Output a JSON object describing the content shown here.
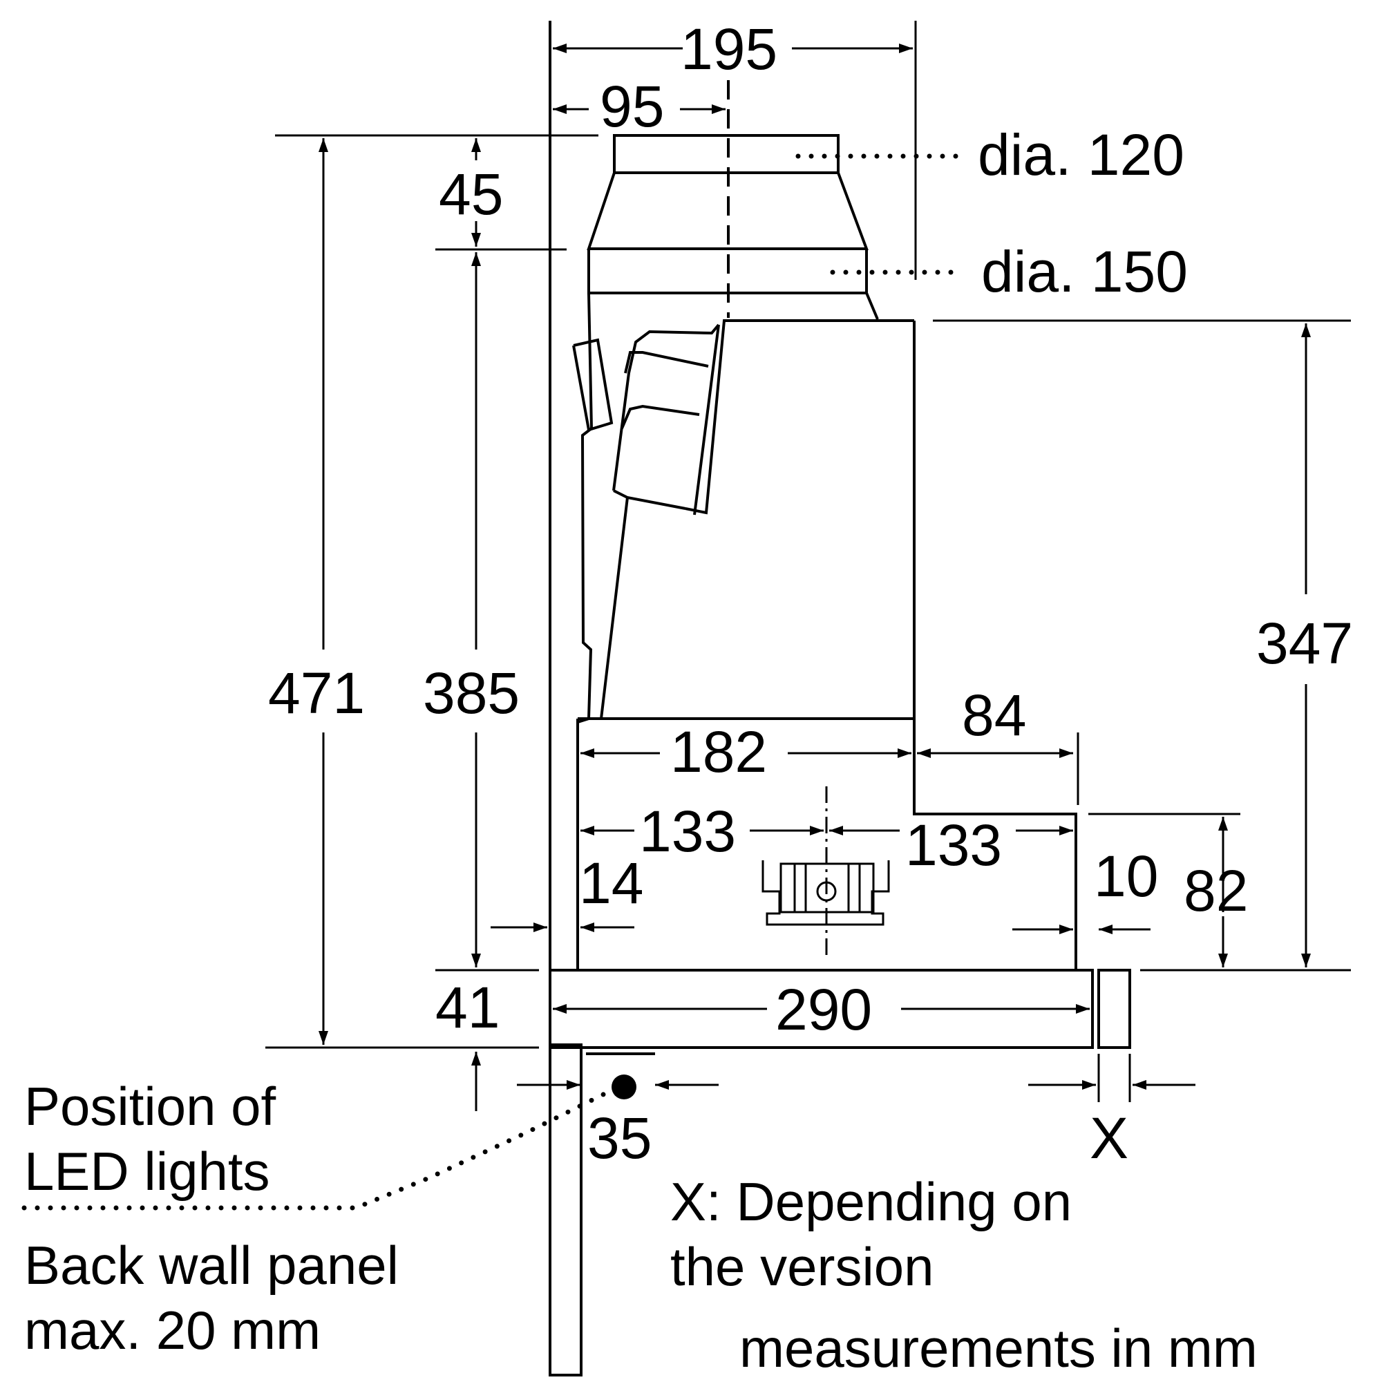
{
  "diagram": {
    "dimensions": {
      "d195": "195",
      "d95": "95",
      "d45": "45",
      "d471": "471",
      "d385": "385",
      "d347": "347",
      "d84": "84",
      "d182": "182",
      "d133_left": "133",
      "d133_right": "133",
      "d14": "14",
      "d10": "10",
      "d82": "82",
      "d41": "41",
      "d290": "290",
      "d35": "35",
      "dX": "X"
    },
    "callouts": {
      "dia120": "dia. 120",
      "dia150": "dia. 150"
    },
    "labels": {
      "led_line1": "Position of",
      "led_line2": "LED lights",
      "panel_line1": "Back wall panel",
      "panel_line2": "max. 20 mm",
      "x_note_line1": "X: Depending on",
      "x_note_line2": "the version",
      "units_note": "measurements in mm"
    }
  }
}
